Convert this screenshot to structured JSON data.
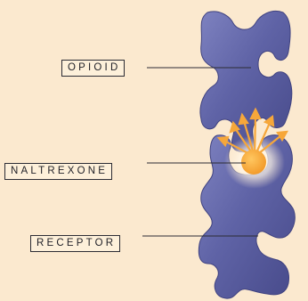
{
  "labels": {
    "opioid": "OPIOID",
    "naltrexone": "NALTREXONE",
    "receptor": "RECEPTOR"
  },
  "colors": {
    "background": "#fbe9cf",
    "puzzle_piece": "#5b5e9e",
    "puzzle_highlight": "#8487c2",
    "molecule": "#f6a73a",
    "arrows": "#f6a73a",
    "leader_lines": "#2c2c34"
  }
}
